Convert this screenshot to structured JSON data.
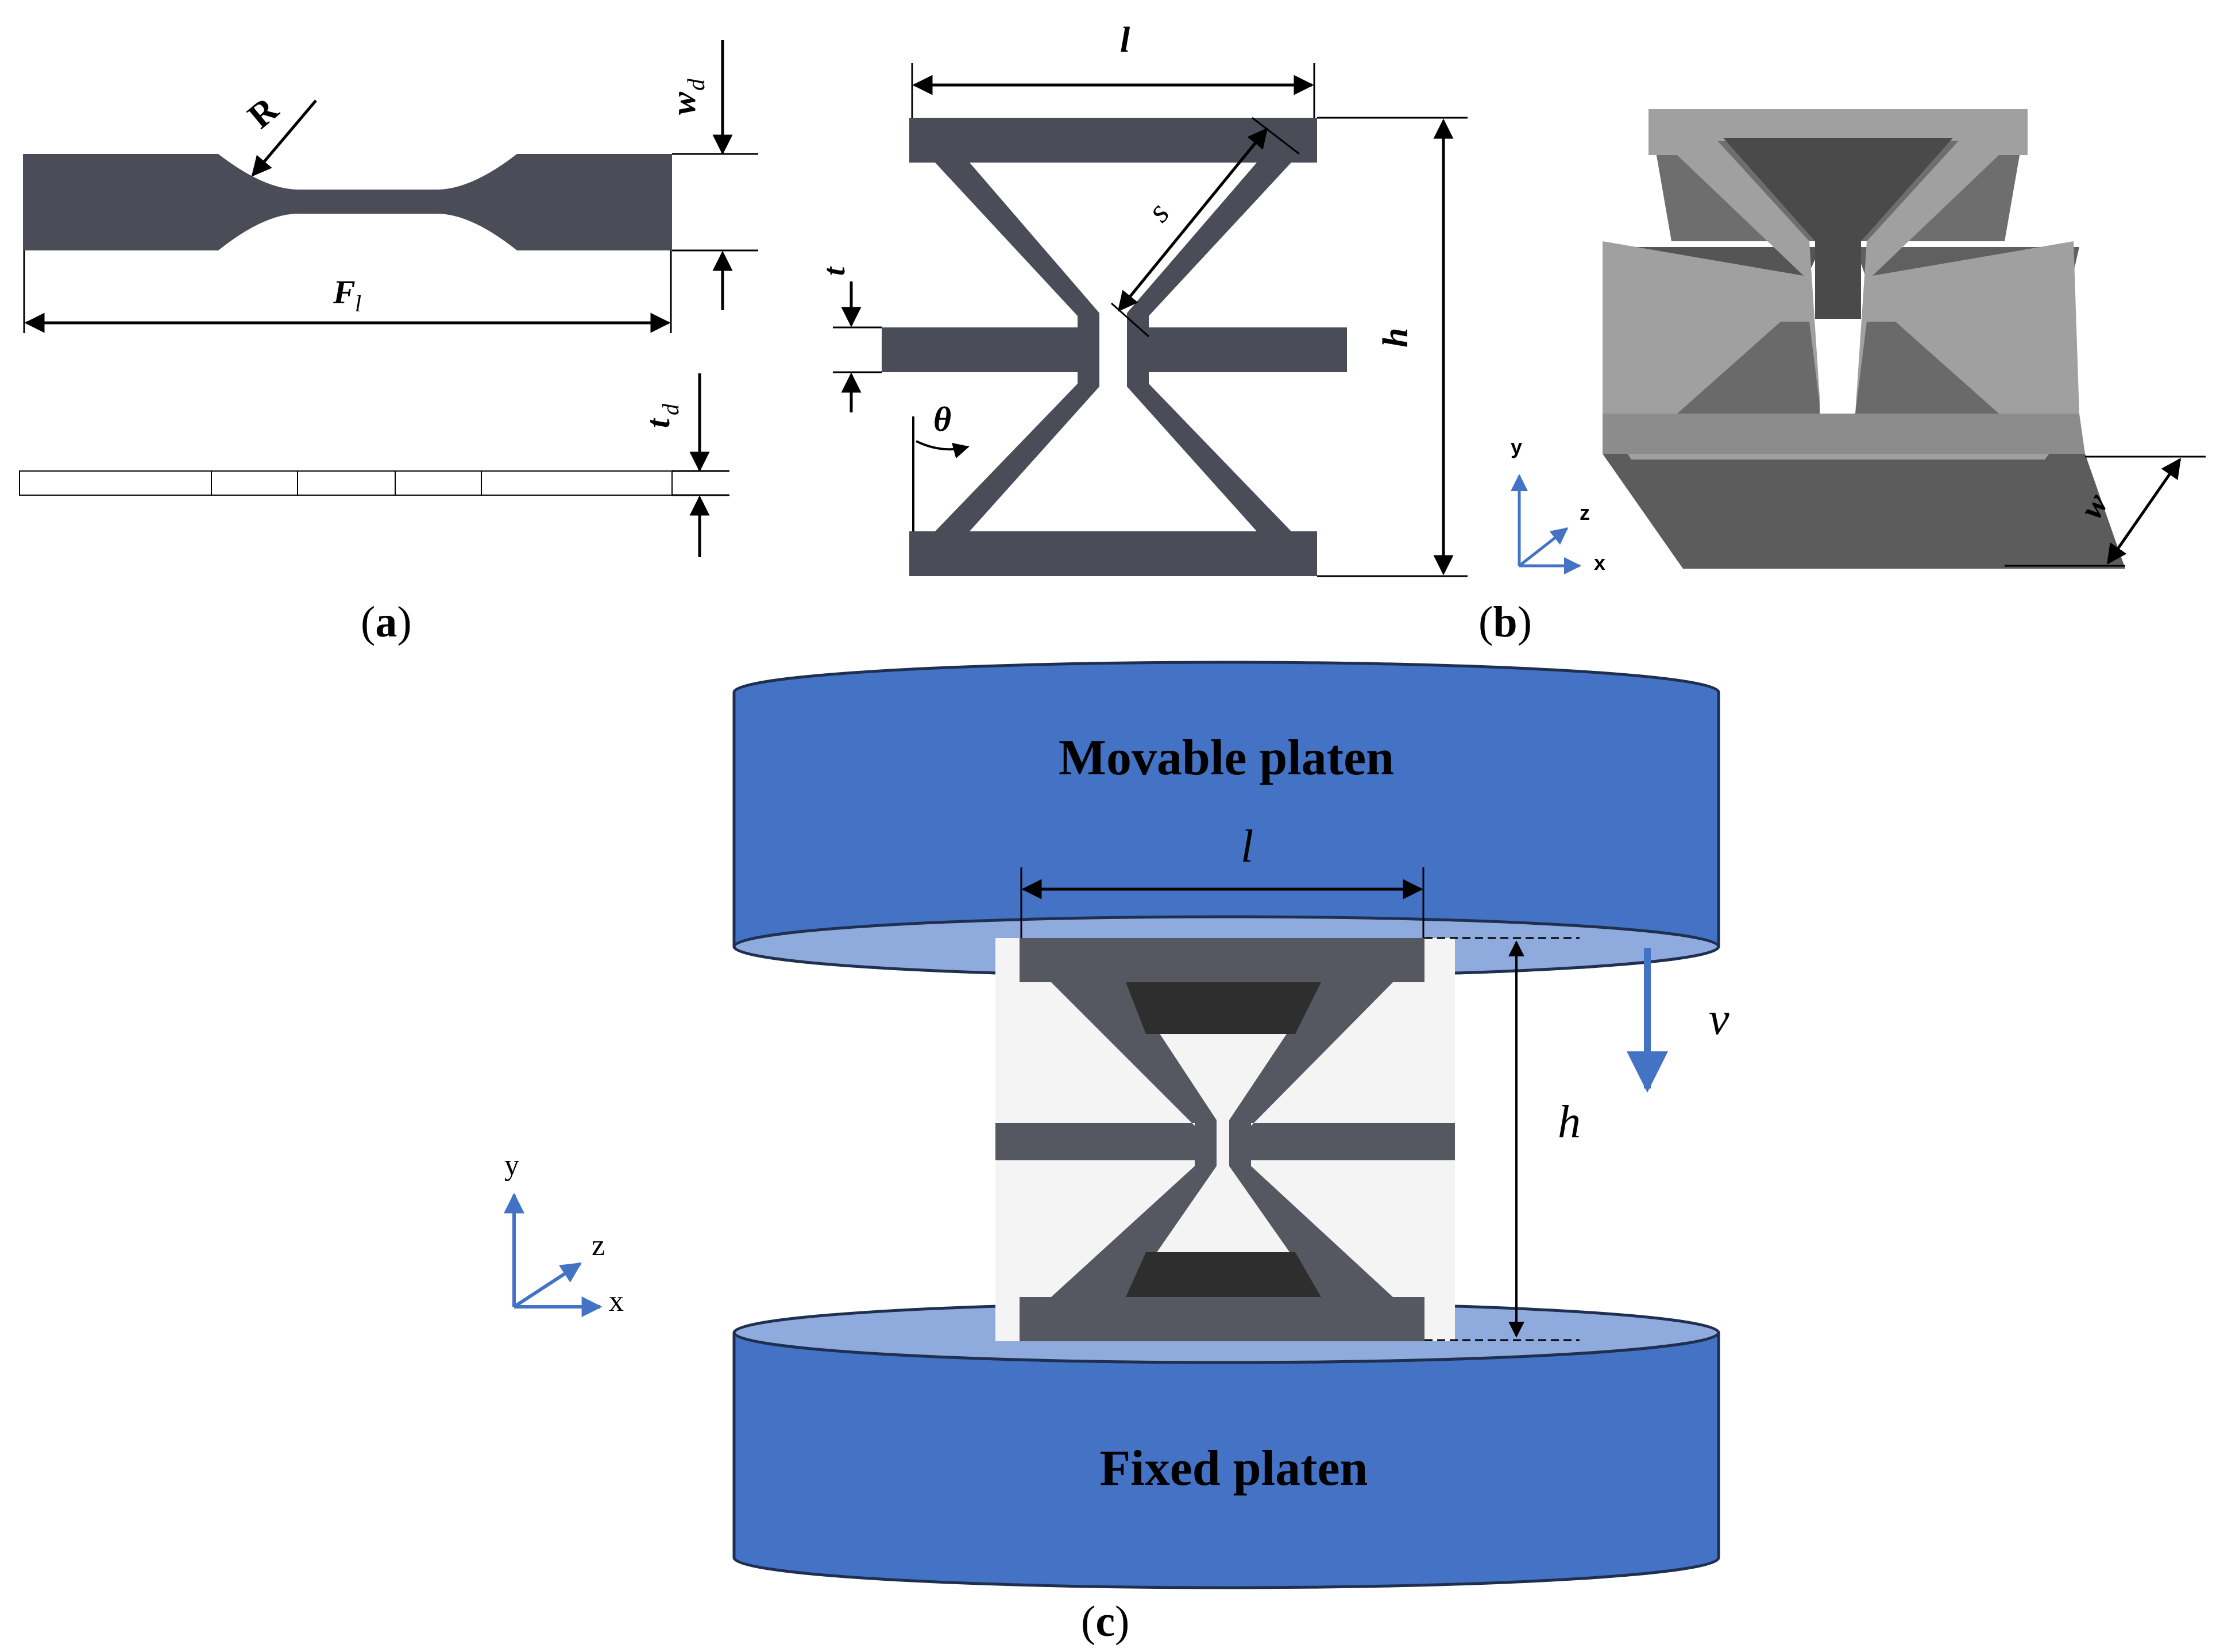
{
  "panel_a": {
    "caption": "(a)",
    "caption_letter": "a",
    "label_R": "R",
    "label_wd": "w",
    "label_wd_sub": "d",
    "label_Fl": "F",
    "label_Fl_sub": "l",
    "label_td": "t",
    "label_td_sub": "d"
  },
  "panel_b": {
    "caption": "(b)",
    "caption_letter": "b",
    "label_l": "l",
    "label_s": "s",
    "label_h": "h",
    "label_t": "t",
    "label_theta": "θ",
    "label_w": "w",
    "axis_y": "y",
    "axis_z": "z",
    "axis_x": "x"
  },
  "panel_c": {
    "caption": "(c)",
    "caption_letter": "c",
    "movable_platen": "Movable platen",
    "fixed_platen": "Fixed platen",
    "label_l": "l",
    "label_h": "h",
    "label_v": "v",
    "axis_y": "y",
    "axis_z": "z",
    "axis_x": "x"
  },
  "colors": {
    "specimen": "#4a4c57",
    "platen": "#4472c4",
    "platen_face": "#8faadc",
    "axis": "#4472c4"
  }
}
